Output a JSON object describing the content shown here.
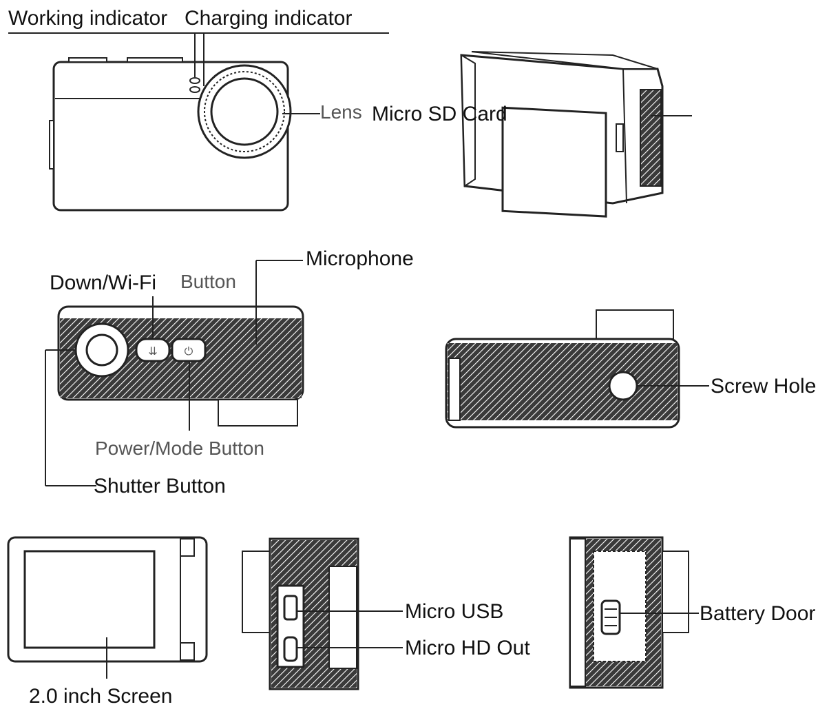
{
  "labels": {
    "working_indicator": "Working indicator",
    "charging_indicator": "Charging indicator",
    "lens": "Lens",
    "micro_sd_card": "Micro SD Card",
    "microphone": "Microphone",
    "down_wifi_button": "Down/Wi-Fi",
    "button_word": "Button",
    "power_mode_button": "Power/Mode Button",
    "shutter_button": "Shutter Button",
    "screw_hole": "Screw Hole",
    "micro_usb": "Micro USB",
    "micro_hd_out": "Micro HD Out",
    "battery_door": "Battery Door",
    "screen": "2.0 inch Screen"
  },
  "colors": {
    "line": "#222222",
    "hatch_fill": "#3a3a3a",
    "muted_label": "#555555"
  }
}
